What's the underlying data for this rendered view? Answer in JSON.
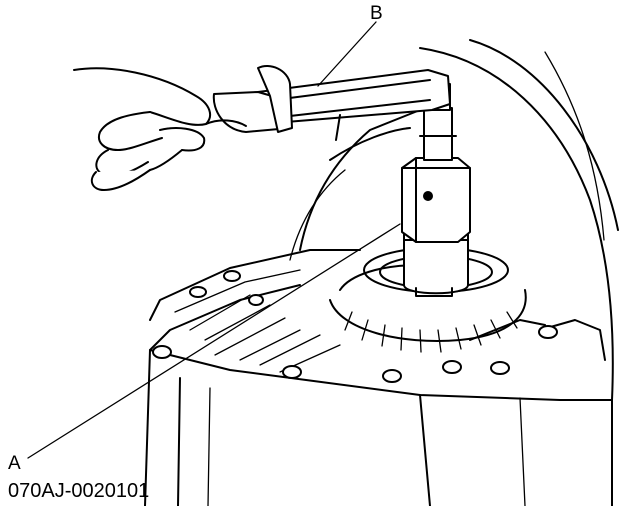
{
  "callouts": {
    "a": "A",
    "b": "B"
  },
  "figure_code": "070AJ-0020101"
}
